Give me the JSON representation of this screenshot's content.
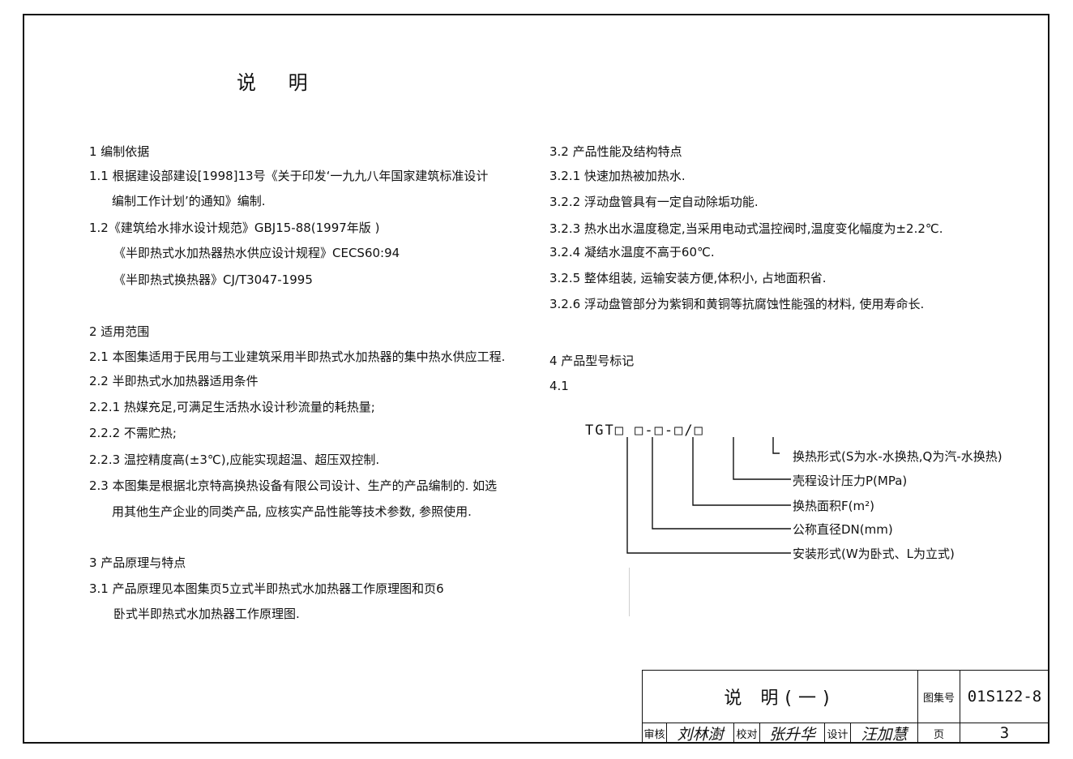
{
  "page": {
    "title": "说  明"
  },
  "left_column": [
    "1   编制依据",
    "1.1  根据建设部建设[1998]13号《关于印发‘一九九八年国家建筑标准设计",
    "编制工作计划’的通知》编制.",
    "1.2《建筑给水排水设计规范》GBJ15-88(1997年版 )",
    "《半即热式水加热器热水供应设计规程》CECS60:94",
    "《半即热式换热器》CJ/T3047-1995",
    "2   适用范围",
    "2.1 本图集适用于民用与工业建筑采用半即热式水加热器的集中热水供应工程.",
    "2.2 半即热式水加热器适用条件",
    "2.2.1  热媒充足,可满足生活热水设计秒流量的耗热量;",
    "2.2.2 不需贮热;",
    "2.2.3 温控精度高(±3℃),应能实现超温、超压双控制.",
    "2.3 本图集是根据北京特高换热设备有限公司设计、生产的产品编制的. 如选",
    "用其他生产企业的同类产品, 应核实产品性能等技术参数, 参照使用.",
    "3  产品原理与特点",
    "3.1  产品原理见本图集页5立式半即热式水加热器工作原理图和页6",
    "卧式半即热式水加热器工作原理图."
  ],
  "right_column": [
    "3.2   产品性能及结构特点",
    "3.2.1 快速加热被加热水.",
    "3.2.2 浮动盘管具有一定自动除垢功能.",
    "3.2.3 热水出水温度稳定,当采用电动式温控阀时,温度变化幅度为±2.2℃.",
    "3.2.4 凝结水温度不高于60℃.",
    "3.2.5 整体组装, 运输安装方便,体积小, 占地面积省.",
    "3.2.6 浮动盘管部分为紫铜和黄铜等抗腐蚀性能强的材料, 使用寿命长.",
    "4  产品型号标记",
    "4.1"
  ],
  "model_code": {
    "code": "TGT□ □-□-□/□",
    "labels": [
      "换热形式(S为水-水换热,Q为汽-水换热)",
      "壳程设计压力P(MPa)",
      "换热面积F(m²)",
      "公称直径DN(mm)",
      "安装形式(W为卧式、L为立式)"
    ]
  },
  "title_block": {
    "title": "说  明(一)",
    "atlas_label": "图集号",
    "atlas_number": "01S122-8",
    "review_label": "审核",
    "review_sign": "刘林澍",
    "check_label": "校对",
    "check_sign": "张升华",
    "design_label": "设计",
    "design_sign": "汪加慧",
    "page_label": "页",
    "page_number": "3"
  }
}
